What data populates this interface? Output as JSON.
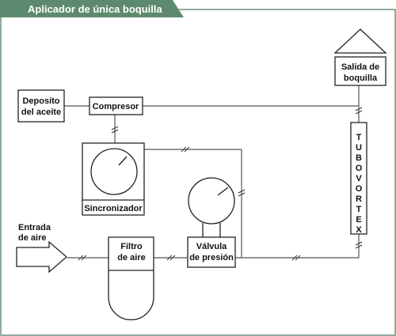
{
  "title": "Aplicador de única boquilla",
  "colors": {
    "title_bar": "#5d8a6e",
    "title_text": "#ffffff",
    "frame_border": "#6f8f7a",
    "line": "#555555",
    "box_stroke": "#222222"
  },
  "components": {
    "oil_tank": {
      "line1": "Deposito",
      "line2": "del aceite"
    },
    "compressor": {
      "label": "Compresor"
    },
    "synchronizer": {
      "label": "Sincronizador"
    },
    "air_inlet": {
      "line1": "Entrada",
      "line2": "de aire"
    },
    "air_filter": {
      "line1": "Filtro",
      "line2": "de aire"
    },
    "pressure_valve": {
      "line1": "Válvula",
      "line2": "de presión"
    },
    "nozzle_outlet": {
      "line1": "Salida de",
      "line2": "boquilla"
    },
    "vortex_tube": {
      "letters": [
        "T",
        "U",
        "B",
        "O",
        "",
        "V",
        "O",
        "R",
        "T",
        "E",
        "X"
      ]
    }
  }
}
